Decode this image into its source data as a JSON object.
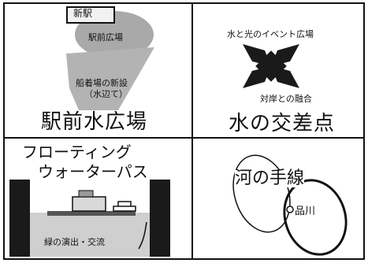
{
  "panel_1": {
    "station_label": "新駅",
    "plaza_label": "駅前広場",
    "works_line1": "船着場の新設",
    "works_line2": "（水辺て）",
    "title": "駅前水広場"
  },
  "panel_2": {
    "top_label": "水と光のイベント広場",
    "bottom_label": "対岸との融合",
    "title": "水の交差点"
  },
  "panel_3": {
    "title_line1": "フローティング",
    "title_line2": "ウォーターパス",
    "bottom_label": "緑の演出・交流"
  },
  "panel_4": {
    "title": "河の手線",
    "station_label": "品川"
  },
  "colors": {
    "border": "#111111",
    "gray_fill": "#a9a9a9",
    "dark_fill": "#1a1a1a",
    "light_gray": "#cfcfcf"
  }
}
